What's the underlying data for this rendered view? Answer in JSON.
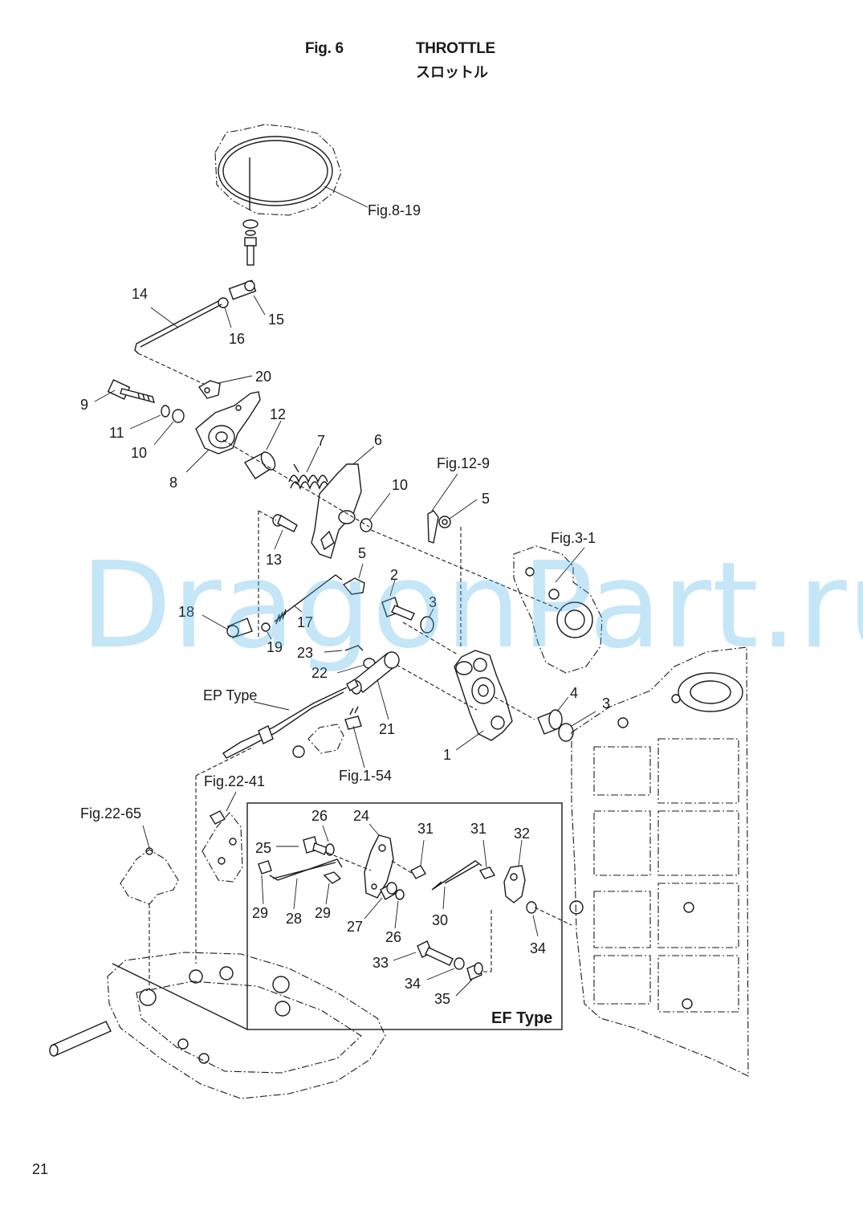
{
  "header": {
    "fig_number": "Fig. 6",
    "title": "THROTTLE",
    "title_jp": "スロットル"
  },
  "watermark": "DragonPart.ru",
  "page_number": "21",
  "references": {
    "r_8_19": "Fig.8-19",
    "r_12_9": "Fig.12-9",
    "r_3_1": "Fig.3-1",
    "r_1_54": "Fig.1-54",
    "r_22_41": "Fig.22-41",
    "r_22_65": "Fig.22-65"
  },
  "types": {
    "ep": "EP Type",
    "ef": "EF Type"
  },
  "callouts": {
    "c1": "1",
    "c2": "2",
    "c3a": "3",
    "c3b": "3",
    "c4": "4",
    "c5a": "5",
    "c5b": "5",
    "c6": "6",
    "c7": "7",
    "c8": "8",
    "c9": "9",
    "c10a": "10",
    "c10b": "10",
    "c11": "11",
    "c12": "12",
    "c13": "13",
    "c14": "14",
    "c15": "15",
    "c16": "16",
    "c17": "17",
    "c18": "18",
    "c19": "19",
    "c20": "20",
    "c21": "21",
    "c22": "22",
    "c23": "23",
    "c24": "24",
    "c25": "25",
    "c26a": "26",
    "c26b": "26",
    "c27": "27",
    "c28": "28",
    "c29a": "29",
    "c29b": "29",
    "c30": "30",
    "c31a": "31",
    "c31b": "31",
    "c32": "32",
    "c33": "33",
    "c34a": "34",
    "c34b": "34",
    "c35": "35"
  }
}
